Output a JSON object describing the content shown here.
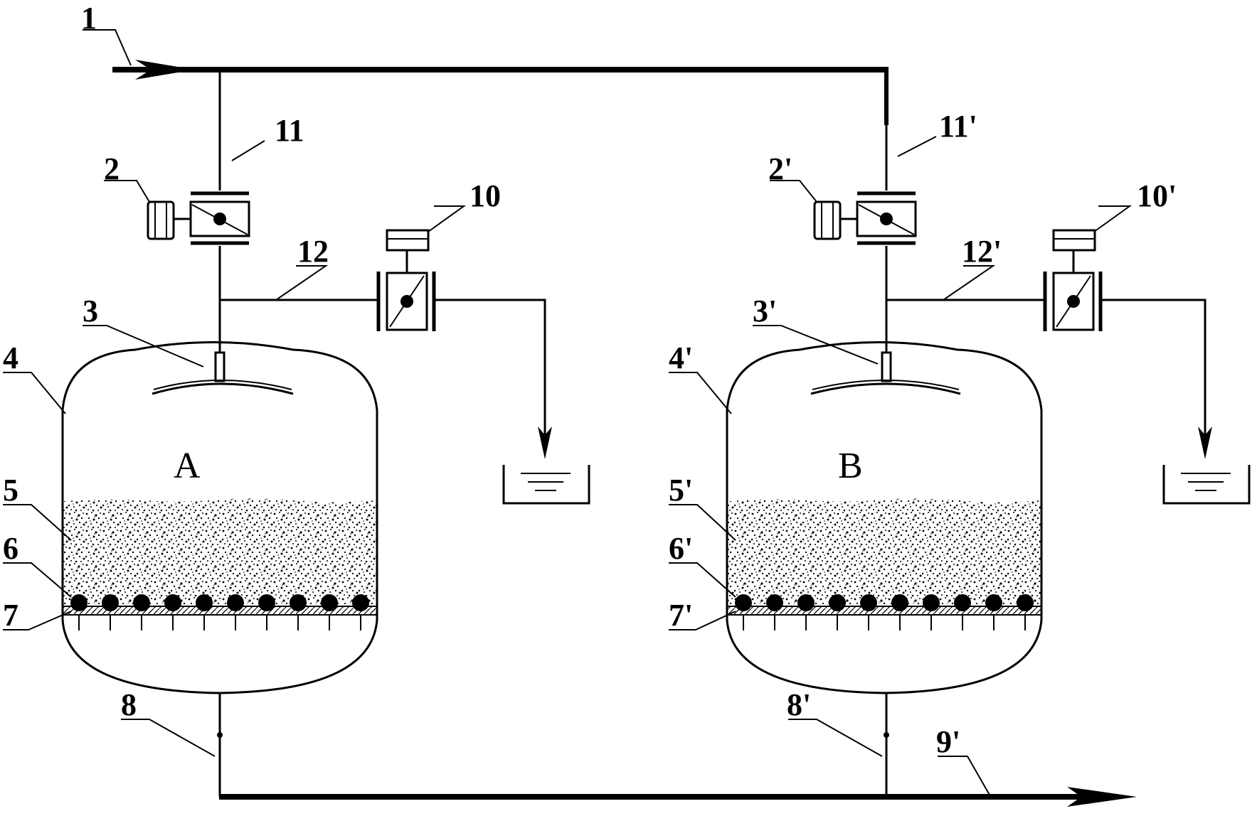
{
  "labels": {
    "inlet": "1",
    "tank_a": "A",
    "tank_b": "B",
    "valve_a": "2",
    "valve_b": "2'",
    "distributor_a": "3",
    "distributor_b": "3'",
    "shell_a": "4",
    "shell_b": "4'",
    "media_a": "5",
    "media_b": "5'",
    "nozzles_a": "6",
    "nozzles_b": "6'",
    "plate_a": "7",
    "plate_b": "7'",
    "outlet_a": "8",
    "outlet_b": "8'",
    "main_outlet": "9'",
    "drain_valve_a": "10",
    "drain_valve_b": "10'",
    "inlet_pipe_a": "11",
    "inlet_pipe_b": "11'",
    "branch_pipe_a": "12",
    "branch_pipe_b": "12'"
  }
}
